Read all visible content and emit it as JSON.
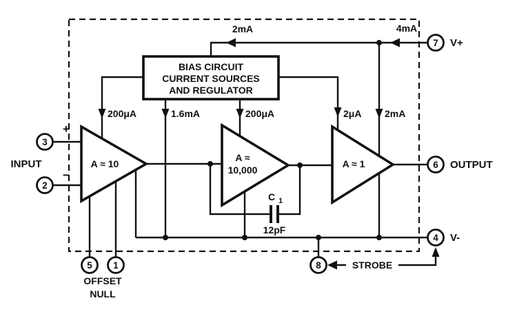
{
  "bias_box": {
    "line1": "BIAS CIRCUIT",
    "line2": "CURRENT SOURCES",
    "line3": "AND REGULATOR"
  },
  "currents": {
    "top_bias": "2mA",
    "supply": "4mA",
    "stage1": "200μA",
    "tail": "1.6mA",
    "stage2": "200μA",
    "stage3": "2μA",
    "output_stage": "2mA"
  },
  "amps": {
    "a1": "A ≈ 10",
    "a2_line1": "A ≈",
    "a2_line2": "10,000",
    "a3": "A ≈ 1"
  },
  "cap": {
    "name": "C",
    "sub": "1",
    "value": "12pF"
  },
  "pins": {
    "noninv": "3",
    "inv": "2",
    "vplus": "7",
    "out": "6",
    "vminus": "4",
    "strobe": "8",
    "null1": "5",
    "null2": "1"
  },
  "labels": {
    "plus": "+",
    "minus": "−",
    "input": "INPUT",
    "vplus": "V+",
    "output": "OUTPUT",
    "vminus": "V-",
    "strobe": "STROBE",
    "offset": "OFFSET",
    "null": "NULL"
  },
  "colors": {
    "ink": "#111111",
    "background": "#ffffff"
  }
}
